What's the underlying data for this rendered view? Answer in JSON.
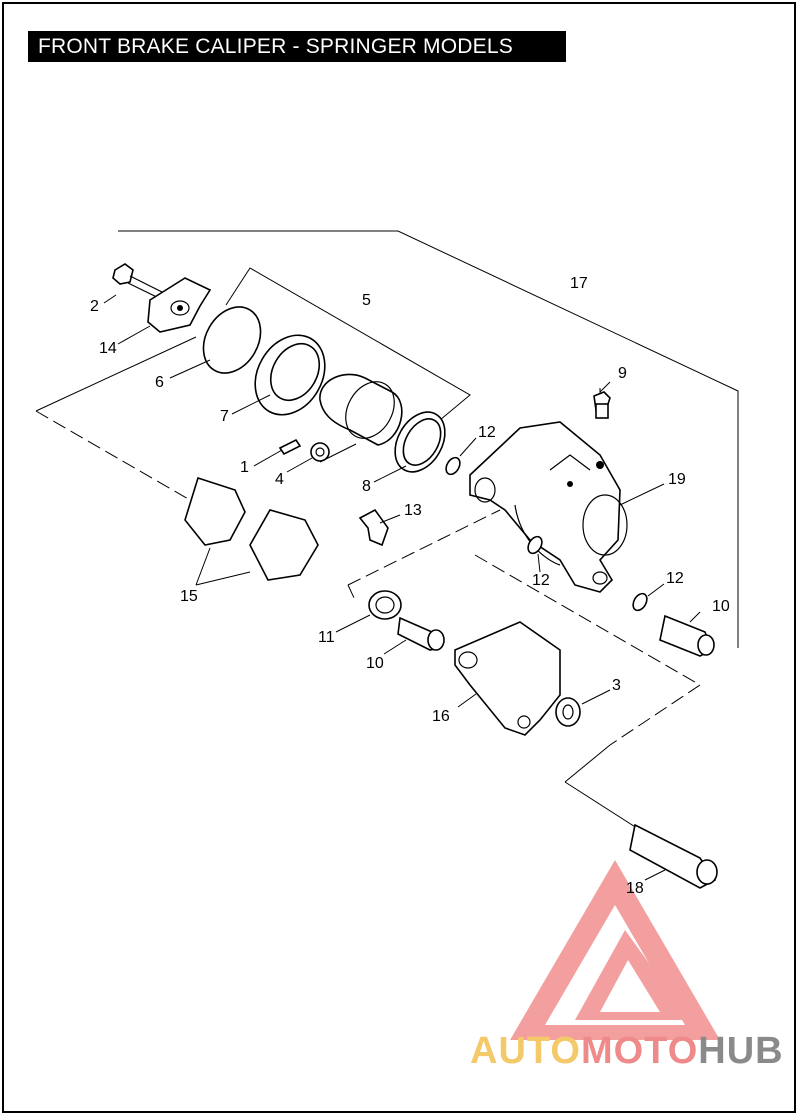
{
  "title": "FRONT BRAKE CALIPER - SPRINGER MODELS",
  "callouts": {
    "c1": "1",
    "c2": "2",
    "c3": "3",
    "c4": "4",
    "c5": "5",
    "c6": "6",
    "c7": "7",
    "c8": "8",
    "c9": "9",
    "c10a": "10",
    "c10b": "10",
    "c11": "11",
    "c12a": "12",
    "c12b": "12",
    "c12c": "12",
    "c13": "13",
    "c14": "14",
    "c15": "15",
    "c16": "16",
    "c17": "17",
    "c18": "18",
    "c19": "19"
  },
  "watermark": {
    "part1": "AUTO",
    "part2": "MOTO",
    "part3": "HUB"
  },
  "colors": {
    "watermark_red": "#ef8a8a",
    "watermark_yellow": "#f4c96a",
    "watermark_gray": "#8a8a8a"
  }
}
